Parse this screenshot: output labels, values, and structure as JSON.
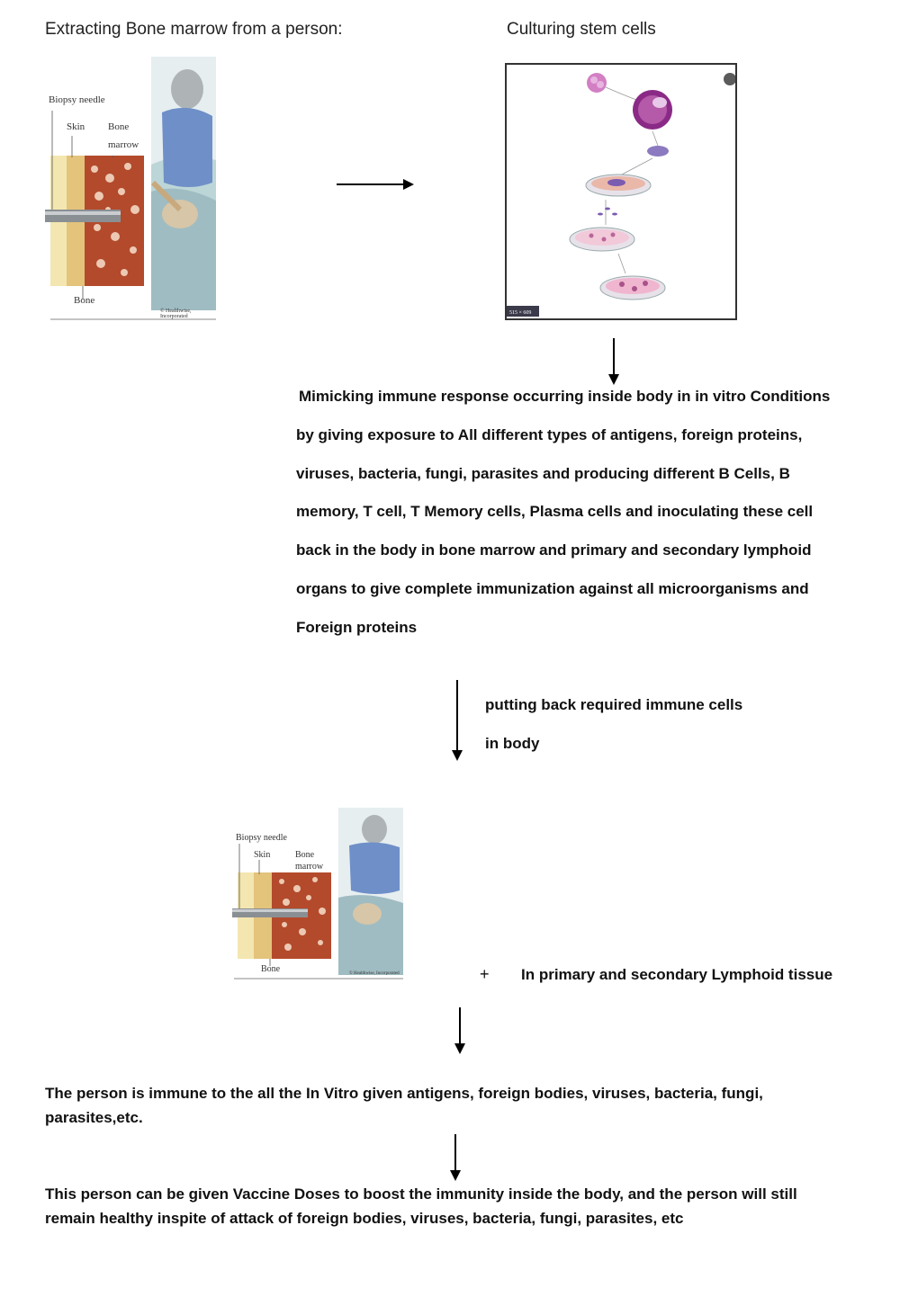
{
  "top": {
    "left_title": "Extracting Bone marrow from a person:",
    "right_title": "Culturing stem cells"
  },
  "marrow_figure": {
    "labels": {
      "biopsy_needle": "Biopsy needle",
      "skin": "Skin",
      "bone_marrow_1": "Bone",
      "bone_marrow_2": "marrow",
      "bone": "Bone",
      "credit": "© Healthwise, Incorporated"
    }
  },
  "culture_figure": {
    "size_tag": "515 × 609"
  },
  "main_paragraph": [
    "Mimicking immune response occurring inside body in in vitro Conditions",
    "by giving exposure to All different  types of  antigens, foreign proteins,",
    "viruses, bacteria, fungi, parasites   and producing different   B Cells,   B",
    "memory,   T cell, T Memory cells, Plasma cells and  inoculating    these  cell",
    "back in  the  body in   bone  marrow and primary and secondary lymphoid",
    "organs    to give complete immunization against all microorganisms and",
    "Foreign proteins"
  ],
  "putting_back": {
    "line1": "putting back required immune cells",
    "line2": "in body"
  },
  "plus": {
    "symbol": "+",
    "text": "In primary and secondary Lymphoid tissue"
  },
  "result": {
    "line1": "The person is immune to the all the In Vitro given antigens, foreign bodies, viruses, bacteria, fungi,",
    "line2": "parasites,etc."
  },
  "final": {
    "line1": "This person can be given Vaccine Doses to boost the immunity inside the body, and the person will still",
    "line2": "remain healthy inspite of attack of foreign bodies, viruses, bacteria, fungi, parasites, etc"
  }
}
